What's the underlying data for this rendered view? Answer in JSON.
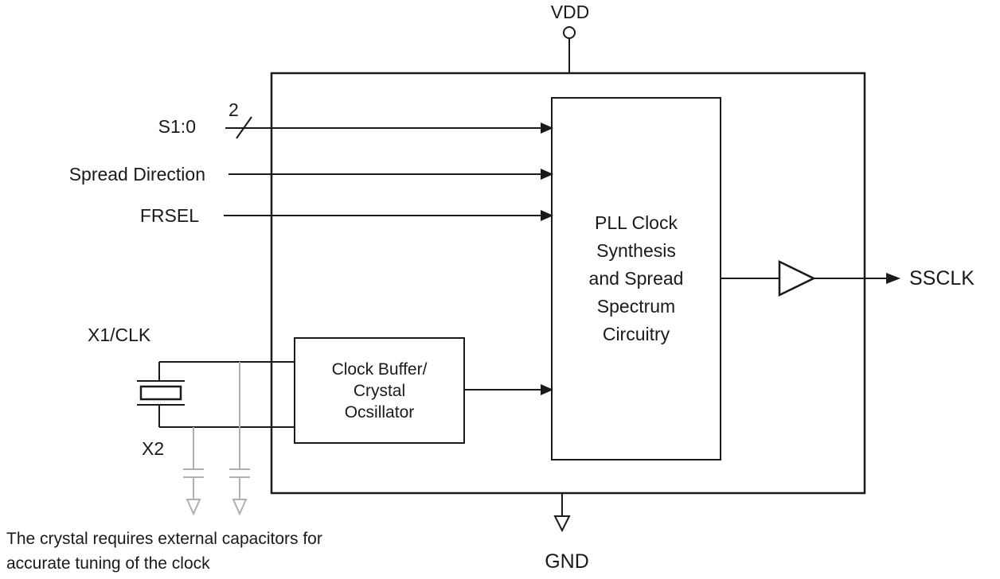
{
  "labels": {
    "vdd": "VDD",
    "gnd": "GND",
    "ssclk": "SSCLK",
    "x1clk": "X1/CLK",
    "x2": "X2",
    "bus_width": "2"
  },
  "inputs": [
    {
      "label": "S1:0"
    },
    {
      "label": "Spread Direction"
    },
    {
      "label": "FRSEL"
    }
  ],
  "blocks": {
    "pll": "PLL Clock\nSynthesis\nand Spread\nSpectrum\nCircuitry",
    "clock_buffer": "Clock Buffer/\nCrystal\nOcsillator"
  },
  "caption": "The crystal requires external capacitors for\naccurate tuning of the clock",
  "colors": {
    "line": "#1a1a1a",
    "muted_gray": "#b0b0b0"
  }
}
